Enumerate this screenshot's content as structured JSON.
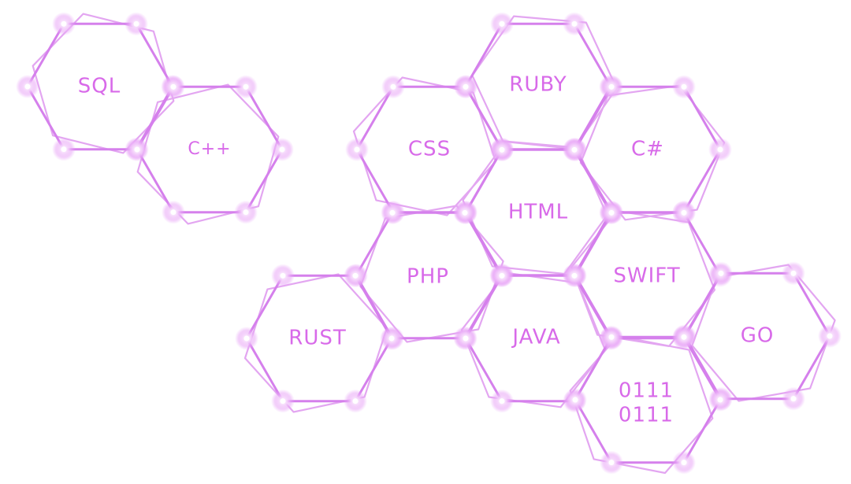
{
  "diagram": {
    "cells": [
      {
        "id": "sql",
        "label": "SQL"
      },
      {
        "id": "cpp",
        "label": "C++"
      },
      {
        "id": "ruby",
        "label": "RUBY"
      },
      {
        "id": "css",
        "label": "CSS"
      },
      {
        "id": "csharp",
        "label": "C#"
      },
      {
        "id": "html",
        "label": "HTML"
      },
      {
        "id": "php",
        "label": "PHP"
      },
      {
        "id": "swift",
        "label": "SWIFT"
      },
      {
        "id": "rust",
        "label": "RUST"
      },
      {
        "id": "java",
        "label": "JAVA"
      },
      {
        "id": "go",
        "label": "GO"
      },
      {
        "id": "binary",
        "label": "0111",
        "label2": "0111"
      }
    ],
    "colors": {
      "stroke": "#d580ec",
      "stroke_secondary": "#e3a6f1",
      "text": "#d86ae9",
      "glow": "#e9a9f7",
      "background": "#ffffff"
    }
  }
}
